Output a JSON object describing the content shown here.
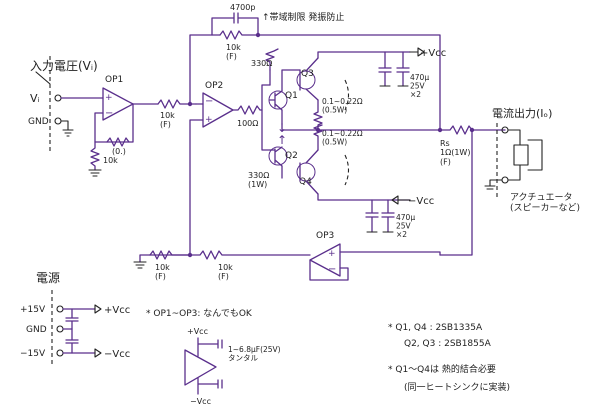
{
  "input_label": "入力電圧(Vᵢ)",
  "vi_label": "Vᵢ",
  "gnd_label": "GND",
  "op1_label": "OP1",
  "op2_label": "OP2",
  "op3_label": "OP3",
  "r_op1_fb": "(0.)",
  "r_op1_gnd": "10k",
  "r_in_op2": "10k\n(F)",
  "r_op2_out": "100Ω",
  "cap_top": "4700p",
  "note_top": "↑帯域制限 発振防止",
  "r_top_fb": "10k\n(F)",
  "r_q1_base": "330Ω",
  "r_q4_base": "330Ω\n(1W)",
  "q1": "Q1",
  "q2": "Q2",
  "q3": "Q3",
  "q4": "Q4",
  "r_em_up": "0.1~0.22Ω\n(0.5W)",
  "r_em_dn": "0.1~0.22Ω\n(0.5W)",
  "vcc_pos": "+Vcc",
  "vcc_neg": "−Vcc",
  "cap_pos": "470μ\n25V\n×2",
  "cap_neg": "470μ\n25V\n×2",
  "rs_label": "Rs\n1Ω(1W)\n(F)",
  "out_label": "電流出力(Iₒ)",
  "actuator_label": "アクチュエータ\n(スピーカーなど)",
  "r_bot1": "10k\n(F)",
  "r_bot2": "10k\n(F)",
  "power_title": "電源",
  "p15": "+15V",
  "pgnd": "GND",
  "m15": "−15V",
  "p_vcc": "+Vcc",
  "m_vcc": "−Vcc",
  "op_note": "* OP1~OP3: なんでもOK",
  "op_vcc_p": "+Vcc",
  "op_vcc_m": "−Vcc",
  "op_cap": "1~6.8μF(25V)\nタンタル",
  "tr_note1": "*  Q1, Q4 :  2SB1335A",
  "tr_note2": "Q2, Q3 :  2SB1855A",
  "tr_note3": "* Q1〜Q4は 熱的結合必要",
  "tr_note4": "(同一ヒートシンクに実装)"
}
